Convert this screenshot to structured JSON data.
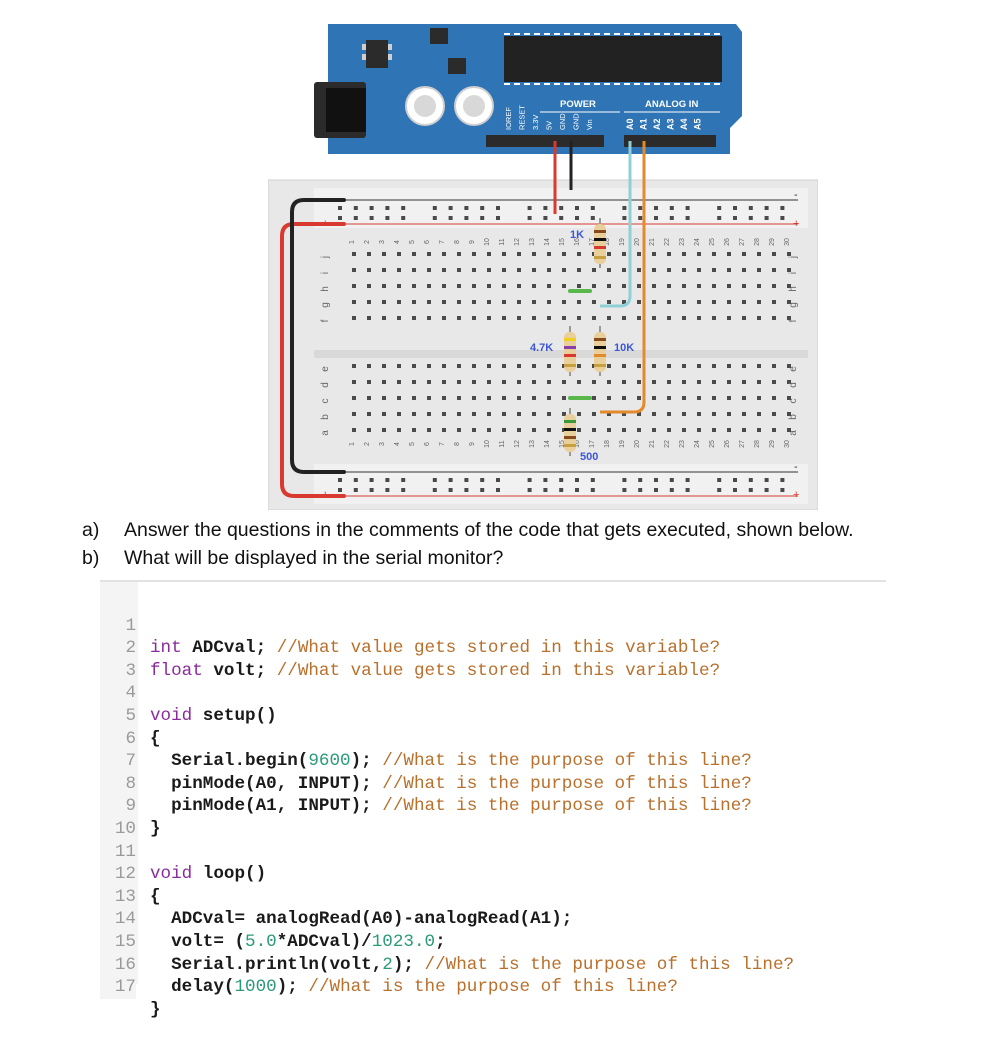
{
  "board": {
    "power_label": "POWER",
    "analog_label": "ANALOG IN",
    "power_pins": [
      "IOREF",
      "RESET",
      "3.3V",
      "5V",
      "GND",
      "GND",
      "Vin"
    ],
    "analog_pins": [
      "A0",
      "A1",
      "A2",
      "A3",
      "A4",
      "A5"
    ]
  },
  "breadboard": {
    "rows_top": [
      "j",
      "i",
      "h",
      "g",
      "f"
    ],
    "rows_bottom": [
      "e",
      "d",
      "c",
      "b",
      "a"
    ],
    "plus": "+",
    "minus": "-",
    "columns": [
      "1",
      "2",
      "3",
      "4",
      "5",
      "6",
      "7",
      "8",
      "9",
      "10",
      "11",
      "12",
      "13",
      "14",
      "15",
      "16",
      "17",
      "18",
      "19",
      "20",
      "21",
      "22",
      "23",
      "24",
      "25",
      "26",
      "27",
      "28",
      "29",
      "30"
    ]
  },
  "resistors": {
    "r1": "1K",
    "r2": "4.7K",
    "r3": "10K",
    "r4": "500"
  },
  "questions": [
    {
      "letter": "a)",
      "text": "Answer the questions in the comments of the code that gets executed, shown below."
    },
    {
      "letter": "b)",
      "text": "What will be displayed in the serial monitor?"
    }
  ],
  "code_lines": [
    {
      "n": "1"
    },
    {
      "n": "2"
    },
    {
      "n": "3"
    },
    {
      "n": "4"
    },
    {
      "n": "5"
    },
    {
      "n": "6"
    },
    {
      "n": "7"
    },
    {
      "n": "8"
    },
    {
      "n": "9"
    },
    {
      "n": "10"
    },
    {
      "n": "11"
    },
    {
      "n": "12"
    },
    {
      "n": "13"
    },
    {
      "n": "14"
    },
    {
      "n": "15"
    },
    {
      "n": "16"
    },
    {
      "n": "17"
    }
  ],
  "code": {
    "l1_kw": "int",
    "l1_code": " ADCval; ",
    "l1_cm": "//What value gets stored in this variable?",
    "l2_kw": "float",
    "l2_code": " volt; ",
    "l2_cm": "//What value gets stored in this variable?",
    "l4_kw": "void",
    "l4_code": " setup()",
    "l5_code": "{",
    "l6_code_a": "  Serial.begin(",
    "l6_num": "9600",
    "l6_code_b": "); ",
    "l6_cm": "//What is the purpose of this line?",
    "l7_code": "  pinMode(A0, INPUT); ",
    "l7_cm": "//What is the purpose of this line?",
    "l8_code": "  pinMode(A1, INPUT); ",
    "l8_cm": "//What is the purpose of this line?",
    "l9_code": "}",
    "l11_kw": "void",
    "l11_code": " loop()",
    "l12_code": "{",
    "l13_code": "  ADCval= analogRead(A0)-analogRead(A1);",
    "l14_code_a": "  volt= (",
    "l14_num1": "5.0",
    "l14_code_b": "*ADCval)/",
    "l14_num2": "1023.0",
    "l14_code_c": ";",
    "l15_code_a": "  Serial.println(volt,",
    "l15_num": "2",
    "l15_code_b": "); ",
    "l15_cm": "//What is the purpose of this line?",
    "l16_code_a": "  delay(",
    "l16_num": "1000",
    "l16_code_b": "); ",
    "l16_cm": "//What is the purpose of this line?",
    "l17_code": "}"
  },
  "colors": {
    "board_blue": "#2f74b5",
    "wire_red": "#d93a30",
    "wire_black": "#222222",
    "wire_teal": "#8fd0d8",
    "wire_orange": "#e38a2c",
    "jumper_green": "#58b94a",
    "label_blue": "#3b57d8"
  }
}
